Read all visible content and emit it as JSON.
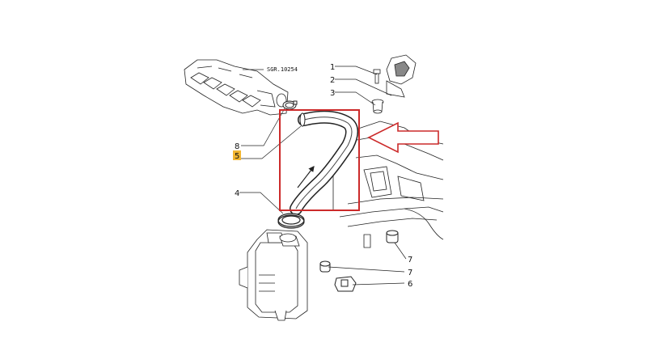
{
  "diagram": {
    "reference_code": "SGR.10254",
    "callouts": [
      {
        "id": "c1",
        "label": "1"
      },
      {
        "id": "c2",
        "label": "2"
      },
      {
        "id": "c3",
        "label": "3"
      },
      {
        "id": "c8",
        "label": "8"
      },
      {
        "id": "c5",
        "label": "5",
        "highlighted": true
      },
      {
        "id": "c4",
        "label": "4"
      },
      {
        "id": "c7a",
        "label": "7"
      },
      {
        "id": "c7b",
        "label": "7"
      },
      {
        "id": "c6",
        "label": "6"
      }
    ],
    "colors": {
      "line_art": "#222222",
      "highlight_box": "#cc2a2a",
      "pointer_arrow": "#cc2a2a",
      "callout_highlight": "#f2b632"
    }
  }
}
